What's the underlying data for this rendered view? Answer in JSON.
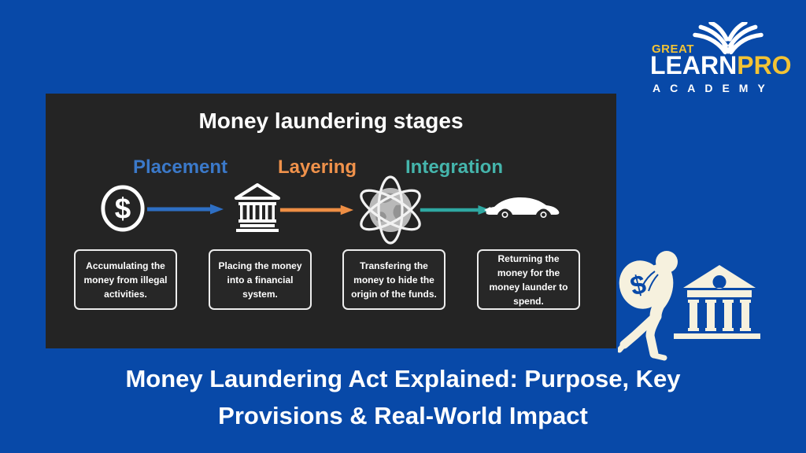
{
  "colors": {
    "background": "#0849a8",
    "panel": "#242424",
    "placement_blue": "#3b79c9",
    "layering_orange": "#f0924b",
    "integration_teal": "#45b5ac",
    "logo_yellow": "#f2c335",
    "illustration_ivory": "#f6f1de",
    "text_white": "#ffffff"
  },
  "logo": {
    "top_word": "GREAT",
    "main_word_part1": "LEARN",
    "main_word_part2": "PRO",
    "bottom_word": "ACADEMY",
    "icon": "open-book-icon"
  },
  "diagram": {
    "title": "Money laundering stages",
    "currency_symbol": "$",
    "stage_labels": [
      {
        "label": "Placement",
        "color": "#3b79c9"
      },
      {
        "label": "Layering",
        "color": "#f0924b"
      },
      {
        "label": "Integration",
        "color": "#45b5ac"
      }
    ],
    "icons": [
      {
        "name": "dollar-coin-icon"
      },
      {
        "name": "bank-icon"
      },
      {
        "name": "globe-network-icon"
      },
      {
        "name": "sports-car-icon"
      }
    ],
    "arrows": [
      {
        "color": "#2e6fc4"
      },
      {
        "color": "#ee8e44"
      },
      {
        "color": "#2fa8a2"
      }
    ],
    "descriptions": [
      "Accumulating the money from illegal activities.",
      "Placing the money into a financial system.",
      "Transfering the money to hide the origin of the funds.",
      "Returning the money for the money launder to spend."
    ]
  },
  "illustration": {
    "person": "person-carrying-money-bag-icon",
    "bag_symbol": "$",
    "building": "bank-building-icon"
  },
  "footer": {
    "title_line1": "Money Laundering Act Explained: Purpose, Key",
    "title_line2": "Provisions & Real-World Impact"
  }
}
